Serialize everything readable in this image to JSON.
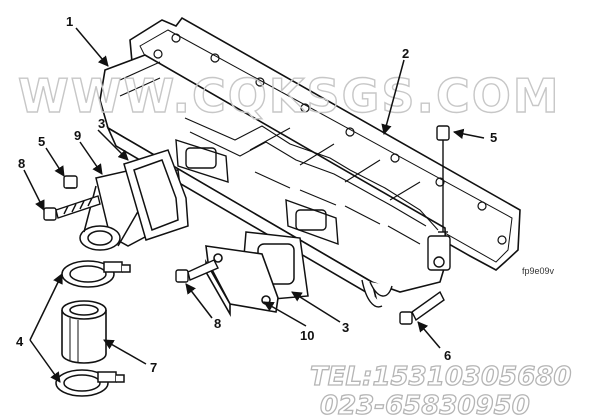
{
  "callouts": {
    "c1": "1",
    "c2": "2",
    "c3a": "3",
    "c3b": "3",
    "c4": "4",
    "c5a": "5",
    "c5b": "5",
    "c6": "6",
    "c7": "7",
    "c8a": "8",
    "c8b": "8",
    "c9": "9",
    "c10": "10"
  },
  "figure_code": "fp9e09v",
  "watermark": {
    "site": "WWW.CQKSGS.COM",
    "tel": "TEL:15310305680",
    "phone": "023-65830950"
  }
}
